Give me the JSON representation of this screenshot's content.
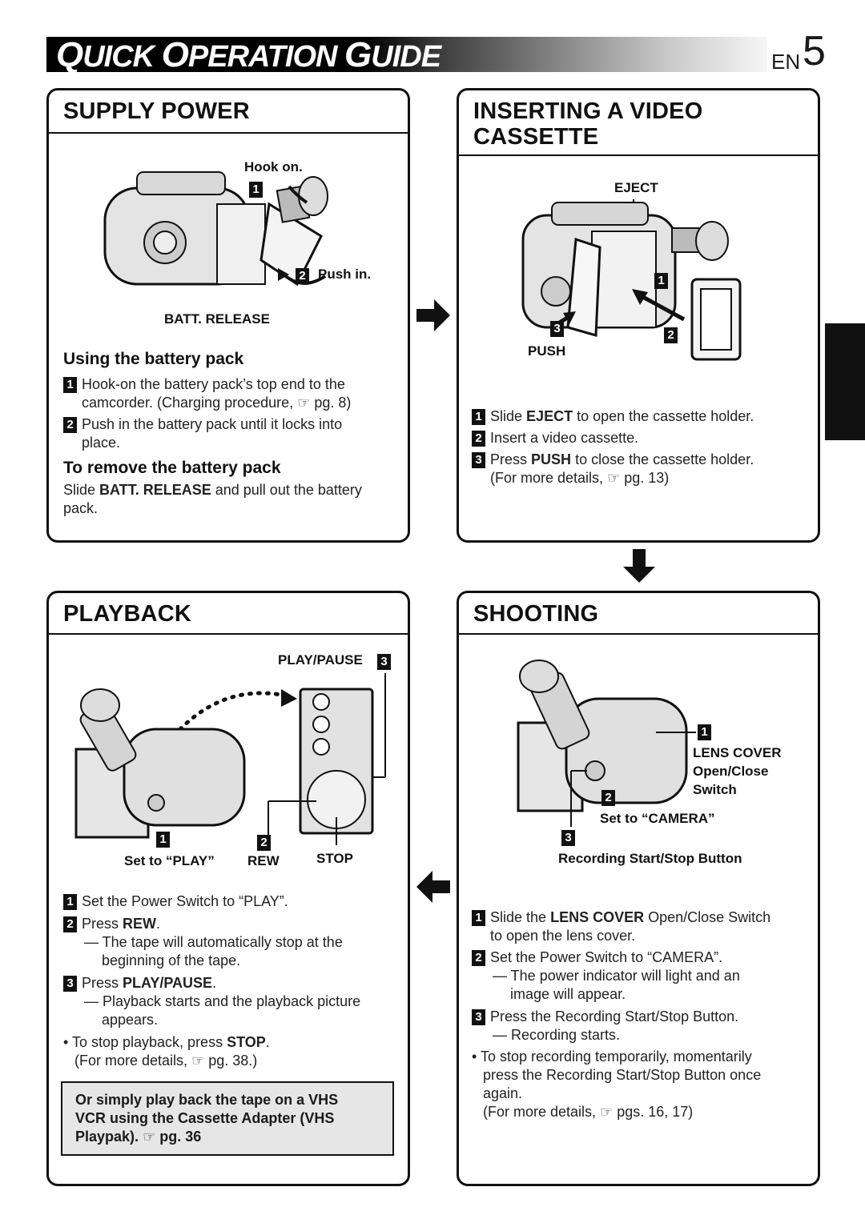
{
  "header": {
    "title_q": "Q",
    "title_rest1": "UICK ",
    "title_o": "O",
    "title_rest2": "PERATION ",
    "title_g": "G",
    "title_rest3": "UIDE",
    "lang": "EN",
    "page": "5"
  },
  "supply": {
    "title": "SUPPLY POWER",
    "hook_on": "Hook on.",
    "push_in": "Push in.",
    "batt_release": "BATT. RELEASE",
    "using_heading": "Using the battery pack",
    "step1_a": "Hook-on the battery pack’s top end to the",
    "step1_b": "camcorder. (Charging procedure,",
    "step1_ref": "pg. 8)",
    "step2_a": "Push in the battery pack until it locks into",
    "step2_b": "place.",
    "remove_heading": "To remove the battery pack",
    "remove_a": "Slide",
    "remove_bold": "BATT. RELEASE",
    "remove_b": "and pull out the battery",
    "remove_c": "pack."
  },
  "insert": {
    "title_line1": "INSERTING A VIDEO",
    "title_line2": "CASSETTE",
    "eject": "EJECT",
    "push": "PUSH",
    "step1_a": "Slide",
    "step1_bold": "EJECT",
    "step1_b": "to open the cassette holder.",
    "step2": "Insert a video cassette.",
    "step3_a": "Press",
    "step3_bold": "PUSH",
    "step3_b": "to close the cassette holder.",
    "more": "(For more details,",
    "more_ref": "pg. 13)"
  },
  "playback": {
    "title": "PLAYBACK",
    "play_pause_label": "PLAY/PAUSE",
    "set_play": "Set to “PLAY”",
    "rew": "REW",
    "stop": "STOP",
    "step1": "Set the Power Switch to “PLAY”.",
    "step2_a": "Press",
    "step2_bold": "REW",
    "step2_b": ".",
    "step2_sub_a": "— The tape will automatically stop at the",
    "step2_sub_b": "beginning of the tape.",
    "step3_a": "Press",
    "step3_bold": "PLAY/PAUSE",
    "step3_b": ".",
    "step3_sub_a": "— Playback starts and the playback picture",
    "step3_sub_b": "appears.",
    "bullet_a": "• To stop playback, press",
    "bullet_bold": "STOP",
    "bullet_b": ".",
    "more": "(For more details,",
    "more_ref": "pg. 38.)",
    "note_line1": "Or simply play back the tape on a VHS",
    "note_line2": "VCR using the Cassette Adapter (VHS",
    "note_line3": "Playpak).",
    "note_ref": "pg. 36"
  },
  "shooting": {
    "title": "SHOOTING",
    "lens_cover": "LENS COVER",
    "open_close": "Open/Close",
    "switch": "Switch",
    "set_camera": "Set to “CAMERA”",
    "rec_button": "Recording Start/Stop Button",
    "step1_a": "Slide the",
    "step1_bold": "LENS COVER",
    "step1_b": "Open/Close Switch",
    "step1_c": "to open the lens cover.",
    "step2": "Set the Power Switch to “CAMERA”.",
    "step2_sub_a": "— The power indicator will light and an",
    "step2_sub_b": "image will appear.",
    "step3": "Press the Recording Start/Stop Button.",
    "step3_sub": "— Recording starts.",
    "bullet_a": "• To stop recording temporarily, momentarily",
    "bullet_b": "press the Recording Start/Stop Button once",
    "bullet_c": "again.",
    "more": "(For more details,",
    "more_ref": "pgs. 16, 17)"
  },
  "numbers": {
    "n1": "1",
    "n2": "2",
    "n3": "3"
  },
  "icons": {
    "reference": "pointing-hand-icon",
    "flow_right": "arrow-right-icon",
    "flow_down": "arrow-down-icon",
    "flow_left": "arrow-left-icon"
  }
}
